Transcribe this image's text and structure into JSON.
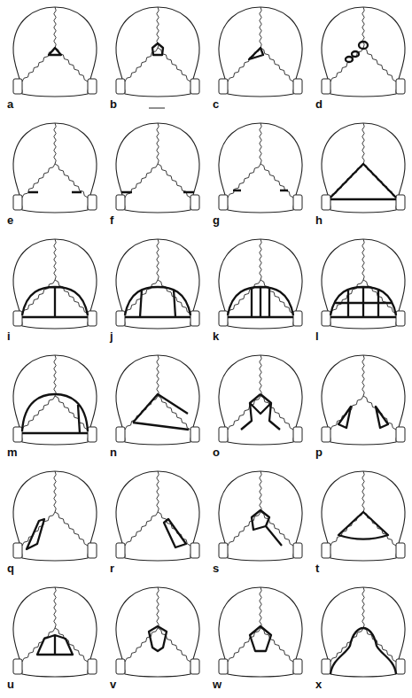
{
  "diagram": {
    "labels": [
      "a",
      "b",
      "c",
      "d",
      "e",
      "f",
      "g",
      "h",
      "i",
      "j",
      "k",
      "l",
      "m",
      "n",
      "o",
      "p",
      "q",
      "r",
      "s",
      "t",
      "u",
      "v",
      "w",
      "x"
    ]
  }
}
